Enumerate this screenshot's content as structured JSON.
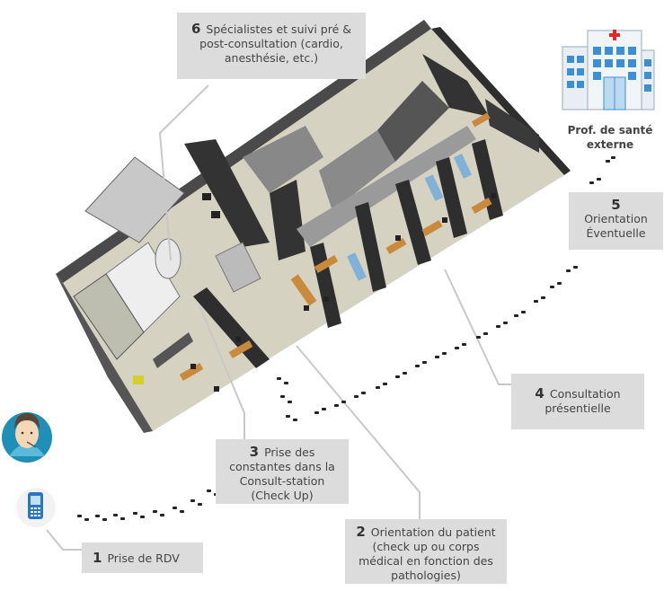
{
  "callouts": {
    "c1": {
      "num": "1",
      "text": "Prise de RDV"
    },
    "c2": {
      "num": "2",
      "line1": "Orientation  du patient",
      "line2": "(check up ou corps",
      "line3": "médical  en fonction des",
      "line4": "pathologies)"
    },
    "c3": {
      "num": "3",
      "line1": "Prise des",
      "line2": "constantes dans la",
      "line3": "Consult-station",
      "line4": "(Check Up)"
    },
    "c4": {
      "num": "4",
      "line1": "Consultation",
      "line2": "présentielle"
    },
    "c5": {
      "num": "5",
      "line1": "Orientation",
      "line2": "Éventuelle"
    },
    "c6": {
      "num": "6",
      "line1": "Spécialistes  et suivi pré &",
      "line2": "post-consultation (cardio,",
      "line3": "anesthésie,  etc.)"
    }
  },
  "hospital": {
    "label_line1": "Prof. de santé",
    "label_line2": "externe"
  },
  "colors": {
    "callout_bg": "#dcdcdc",
    "wall": "#3a3a3a",
    "floor": "#d6d2c2",
    "desk": "#c98a3c",
    "teal": "#2aa3c4",
    "hospital_blue": "#3b8fd4",
    "cross": "#e0262b"
  },
  "icons": [
    "patient-avatar-icon",
    "mobile-phone-icon",
    "hospital-building-icon",
    "footprint-icon"
  ]
}
